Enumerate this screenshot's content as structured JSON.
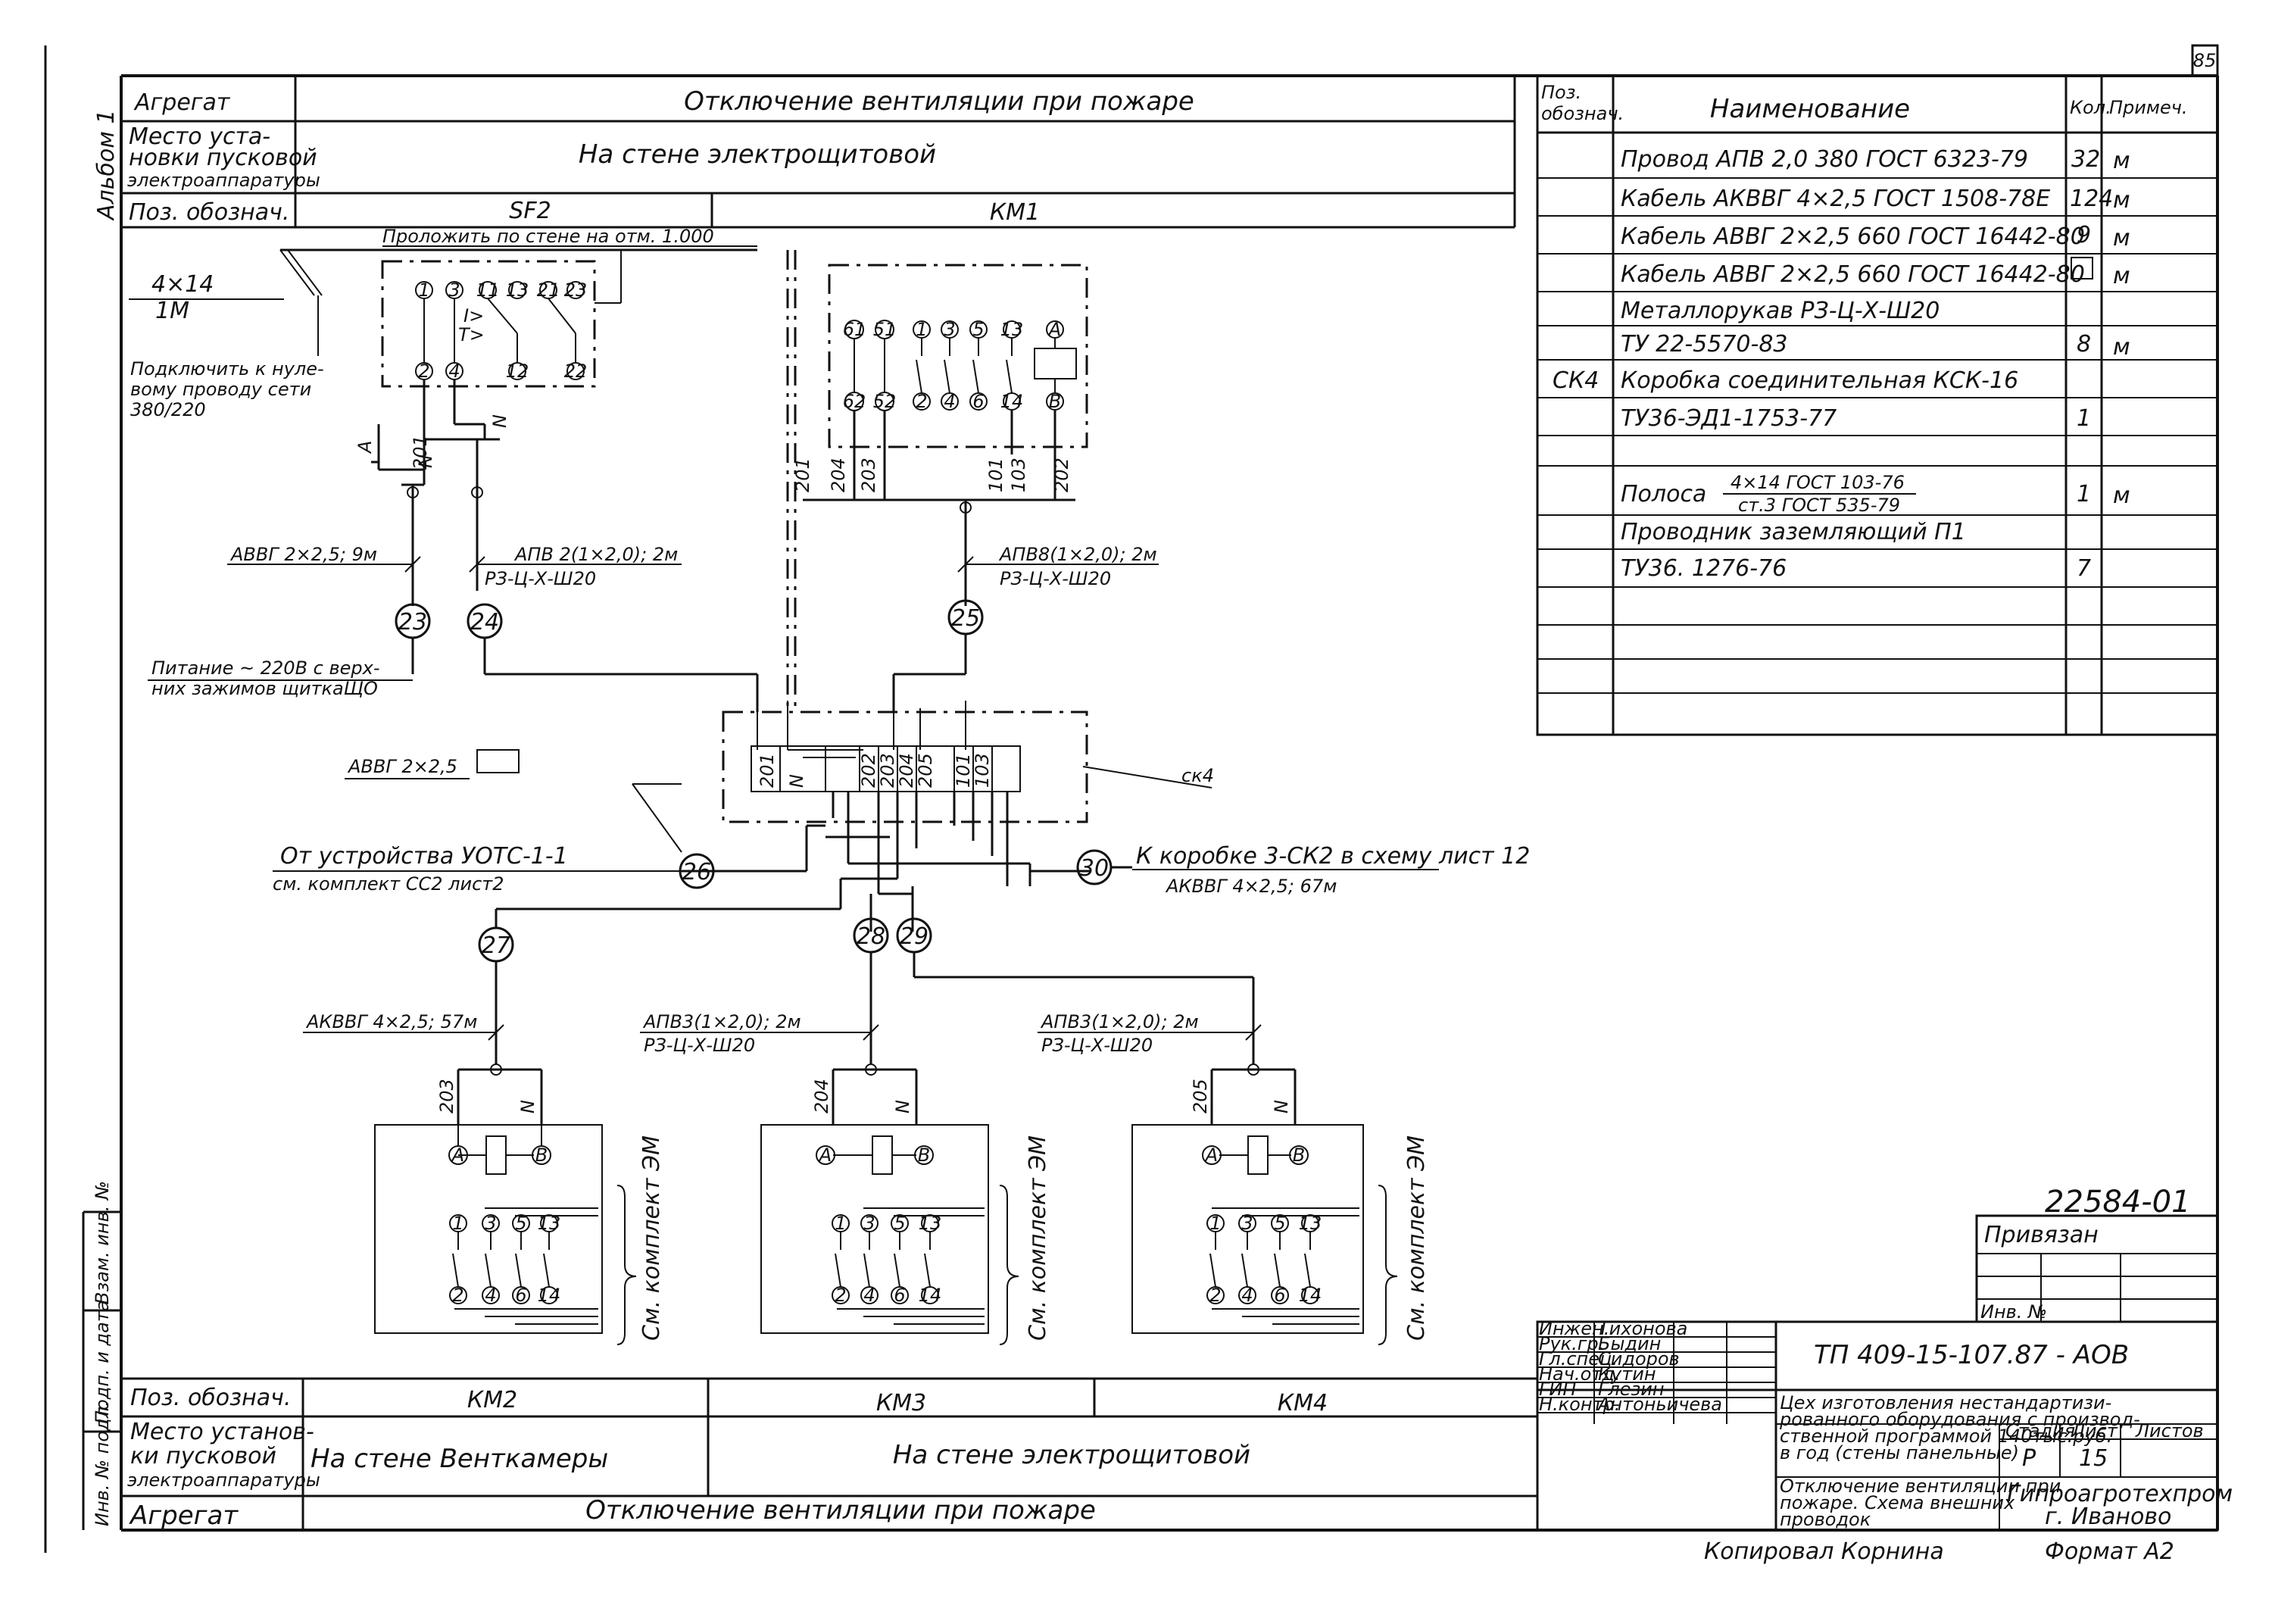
{
  "sheet_number": "85",
  "album_label": "Альбом 1",
  "top_table": {
    "row_labels": [
      "Агрегат",
      "Место уста-",
      "новки пусковой",
      "электроаппаратуры",
      "Поз. обознач."
    ],
    "aggregate": "Отключение вентиляции при пожаре",
    "place": "На стене электрощитовой",
    "pos_sf2": "SF2",
    "pos_km1": "КМ1"
  },
  "spec_table": {
    "headers": {
      "pos": "Поз.",
      "pos2": "обознач.",
      "name": "Наименование",
      "qty": "Кол.",
      "note": "Примеч."
    },
    "rows": [
      {
        "pos": "",
        "name": "Провод   АПВ  2,0 380      ГОСТ 6323-79",
        "qty": "32",
        "note": "м"
      },
      {
        "pos": "",
        "name": "Кабель   АКВВГ 4×2,5    ГОСТ 1508-78Е",
        "qty": "124",
        "note": "м"
      },
      {
        "pos": "",
        "name": "Кабель   АВВГ 2×2,5   660   ГОСТ 16442-80",
        "qty": "9",
        "note": "м"
      },
      {
        "pos": "",
        "name": "Кабель   АВВГ 2×2,5   660   ГОСТ 16442-80",
        "qty": "",
        "note": "м"
      },
      {
        "pos": "",
        "name": "Металлорукав  РЗ-Ц-Х-Ш20",
        "qty": "",
        "note": ""
      },
      {
        "pos": "",
        "name": "ТУ 22-5570-83",
        "qty": "8",
        "note": "м"
      },
      {
        "pos": "СК4",
        "name": "Коробка  соединительная   КСК-16",
        "qty": "",
        "note": ""
      },
      {
        "pos": "",
        "name": "ТУ36-ЭД1-1753-77",
        "qty": "1",
        "note": ""
      },
      {
        "pos": "",
        "name": "",
        "qty": "",
        "note": ""
      },
      {
        "pos": "",
        "name": "Полоса",
        "qty": "1",
        "note": "м"
      },
      {
        "pos": "",
        "name": "Проводник   заземляющий   П1",
        "qty": "",
        "note": ""
      },
      {
        "pos": "",
        "name": "ТУ36. 1276-76",
        "qty": "7",
        "note": ""
      }
    ],
    "strip_top": "4×14  ГОСТ 103-76",
    "strip_bottom": "ст.3  ГОСТ 535-79"
  },
  "diagram": {
    "lay_note": "Проложить  по стене   на  отм.  1.000",
    "strip_label_top": "4×14",
    "strip_label_bottom": "1М",
    "neutral_note": [
      "Подключить к нуле-",
      "вому проводу сети",
      "380/220"
    ],
    "power_note": [
      "Питание ~ 220В с верх-",
      "них зажимов щиткаЩО"
    ],
    "cable_23": "АВВГ 2×2,5; 9м",
    "cable_24": [
      "АПВ 2(1×2,0); 2м",
      "РЗ-Ц-Х-Ш20"
    ],
    "cable_25": [
      "АПВ8(1×2,0); 2м",
      "РЗ-Ц-Х-Ш20"
    ],
    "cable_avvg_ck": "АВВГ 2×2,5",
    "ck4_label": "ск4",
    "from_device": [
      "От устройства  УОТС-1-1",
      "см. комплект СС2 лист2"
    ],
    "to_box": [
      "К коробке 3-СК2 в схему лист 12",
      "АКВВГ 4×2,5; 67м"
    ],
    "cable_27": "АКВВГ 4×2,5; 57м",
    "cable_28": [
      "АПВ3(1×2,0); 2м",
      "РЗ-Ц-Х-Ш20"
    ],
    "cable_29": [
      "АПВ3(1×2,0); 2м",
      "РЗ-Ц-Х-Ш20"
    ],
    "circles": [
      "23",
      "24",
      "25",
      "26",
      "27",
      "28",
      "29",
      "30"
    ],
    "wire_tags_left": [
      "201",
      "N",
      "N"
    ],
    "wire_tags_km1": [
      "201",
      "204",
      "203",
      "101",
      "103",
      "202"
    ],
    "sf2_terminals": [
      "1",
      "3",
      "11",
      "13",
      "21",
      "23",
      "2",
      "4",
      "12",
      "22"
    ],
    "sf2_marks": [
      "I>",
      "T>"
    ],
    "km1_terminals": [
      "61",
      "51",
      "1",
      "3",
      "5",
      "13",
      "A",
      "62",
      "52",
      "2",
      "4",
      "6",
      "14",
      "B"
    ],
    "ck_terminals": [
      "201",
      "N",
      "202",
      "203",
      "204",
      "205",
      "101",
      "103"
    ],
    "em_wires": [
      "203",
      "204",
      "205"
    ],
    "em_label": "См. комплект ЭМ",
    "em_terminals": [
      "A",
      "B",
      "1",
      "3",
      "5",
      "13",
      "2",
      "4",
      "6",
      "14"
    ]
  },
  "bottom_table": {
    "row_labels": [
      "Поз. обознач.",
      "Место установ-",
      "ки пусковой",
      "электроаппаратуры",
      "Агрегат"
    ],
    "pos": [
      "КМ2",
      "КМ3",
      "КМ4"
    ],
    "place_1": "На стене   Венткамеры",
    "place_2": "На стене   электрощитовой",
    "aggregate": "Отключение  вентиляции  при  пожаре"
  },
  "side_stamp": [
    "Инв. № подл.",
    "Подп. и дата",
    "Взам. инв. №"
  ],
  "title_block": {
    "project_no": "22584-01",
    "bound": "Привязан",
    "inv_no": "Инв. №",
    "roles": [
      {
        "role": "Инжен.",
        "name": "Тихонова"
      },
      {
        "role": "Рук.гр.",
        "name": "Быдин"
      },
      {
        "role": "Гл.спец.",
        "name": "Сидоров"
      },
      {
        "role": "Нач.отд.",
        "name": "Кутин"
      },
      {
        "role": "ГИП",
        "name": "Глезин"
      },
      {
        "role": "Н.контр.",
        "name": "Антоньичева"
      }
    ],
    "doc_code": "ТП  409-15-107.87     - АОВ",
    "object": [
      "Цех изготовления нестандартизи-",
      "рованного оборудования с производ-",
      "ственной программой 140тыс.руб.",
      "в год (стены панельные)"
    ],
    "sheet_title": [
      "Отключение вентиляции при",
      "пожаре. Схема внешних",
      "проводок"
    ],
    "stage_header": "Стадия",
    "sheet_header": "Лист",
    "sheets_header": "Листов",
    "stage": "Р",
    "sheet": "15",
    "org": [
      "Гипроагротехпром",
      "г. Иваново"
    ],
    "copied": "Копировал  Корнина",
    "format": "Формат А2"
  }
}
